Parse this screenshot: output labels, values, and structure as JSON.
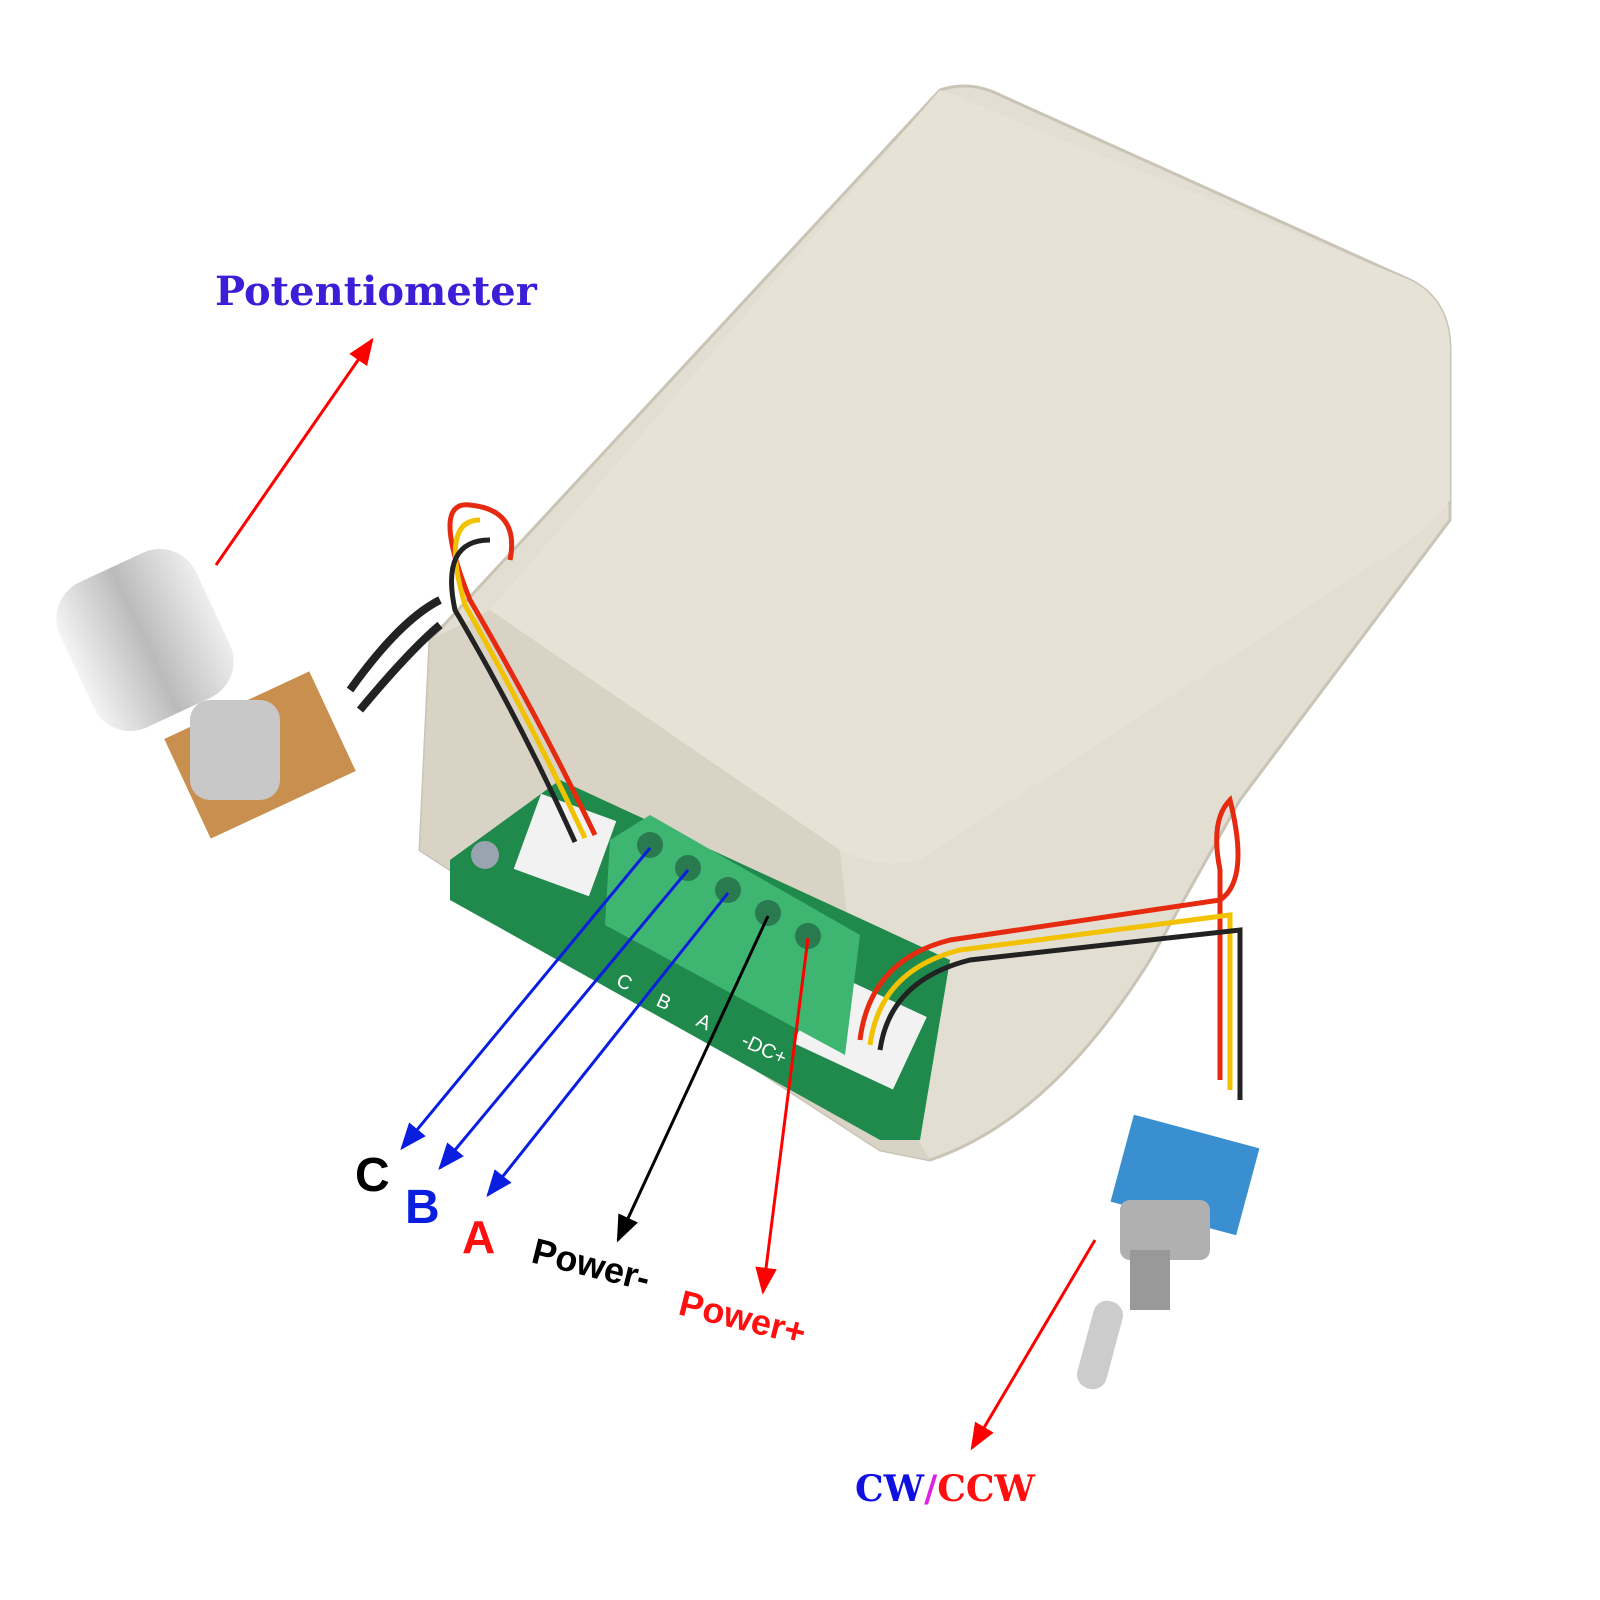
{
  "labels": {
    "potentiometer": "Potentiometer",
    "c": "C",
    "b": "B",
    "a": "A",
    "power_minus": "Power-",
    "power_plus": "Power+",
    "cw": "CW",
    "slash": "/",
    "ccw": "CCW"
  },
  "pcb_silkscreen": [
    "C",
    "B",
    "A",
    "-DC+"
  ],
  "colors": {
    "potentiometer_label": "#3a1fd6",
    "arrow_red": "#ff0000",
    "arrow_blue": "#0a1ee0",
    "arrow_black": "#000000",
    "housing": "#e2ded2",
    "pcb": "#1f8a4c",
    "terminal_block": "#3fb572",
    "switch_body": "#3a8fd0",
    "cw": "#1010e0",
    "slash": "#e020e0",
    "ccw": "#ff1010"
  }
}
